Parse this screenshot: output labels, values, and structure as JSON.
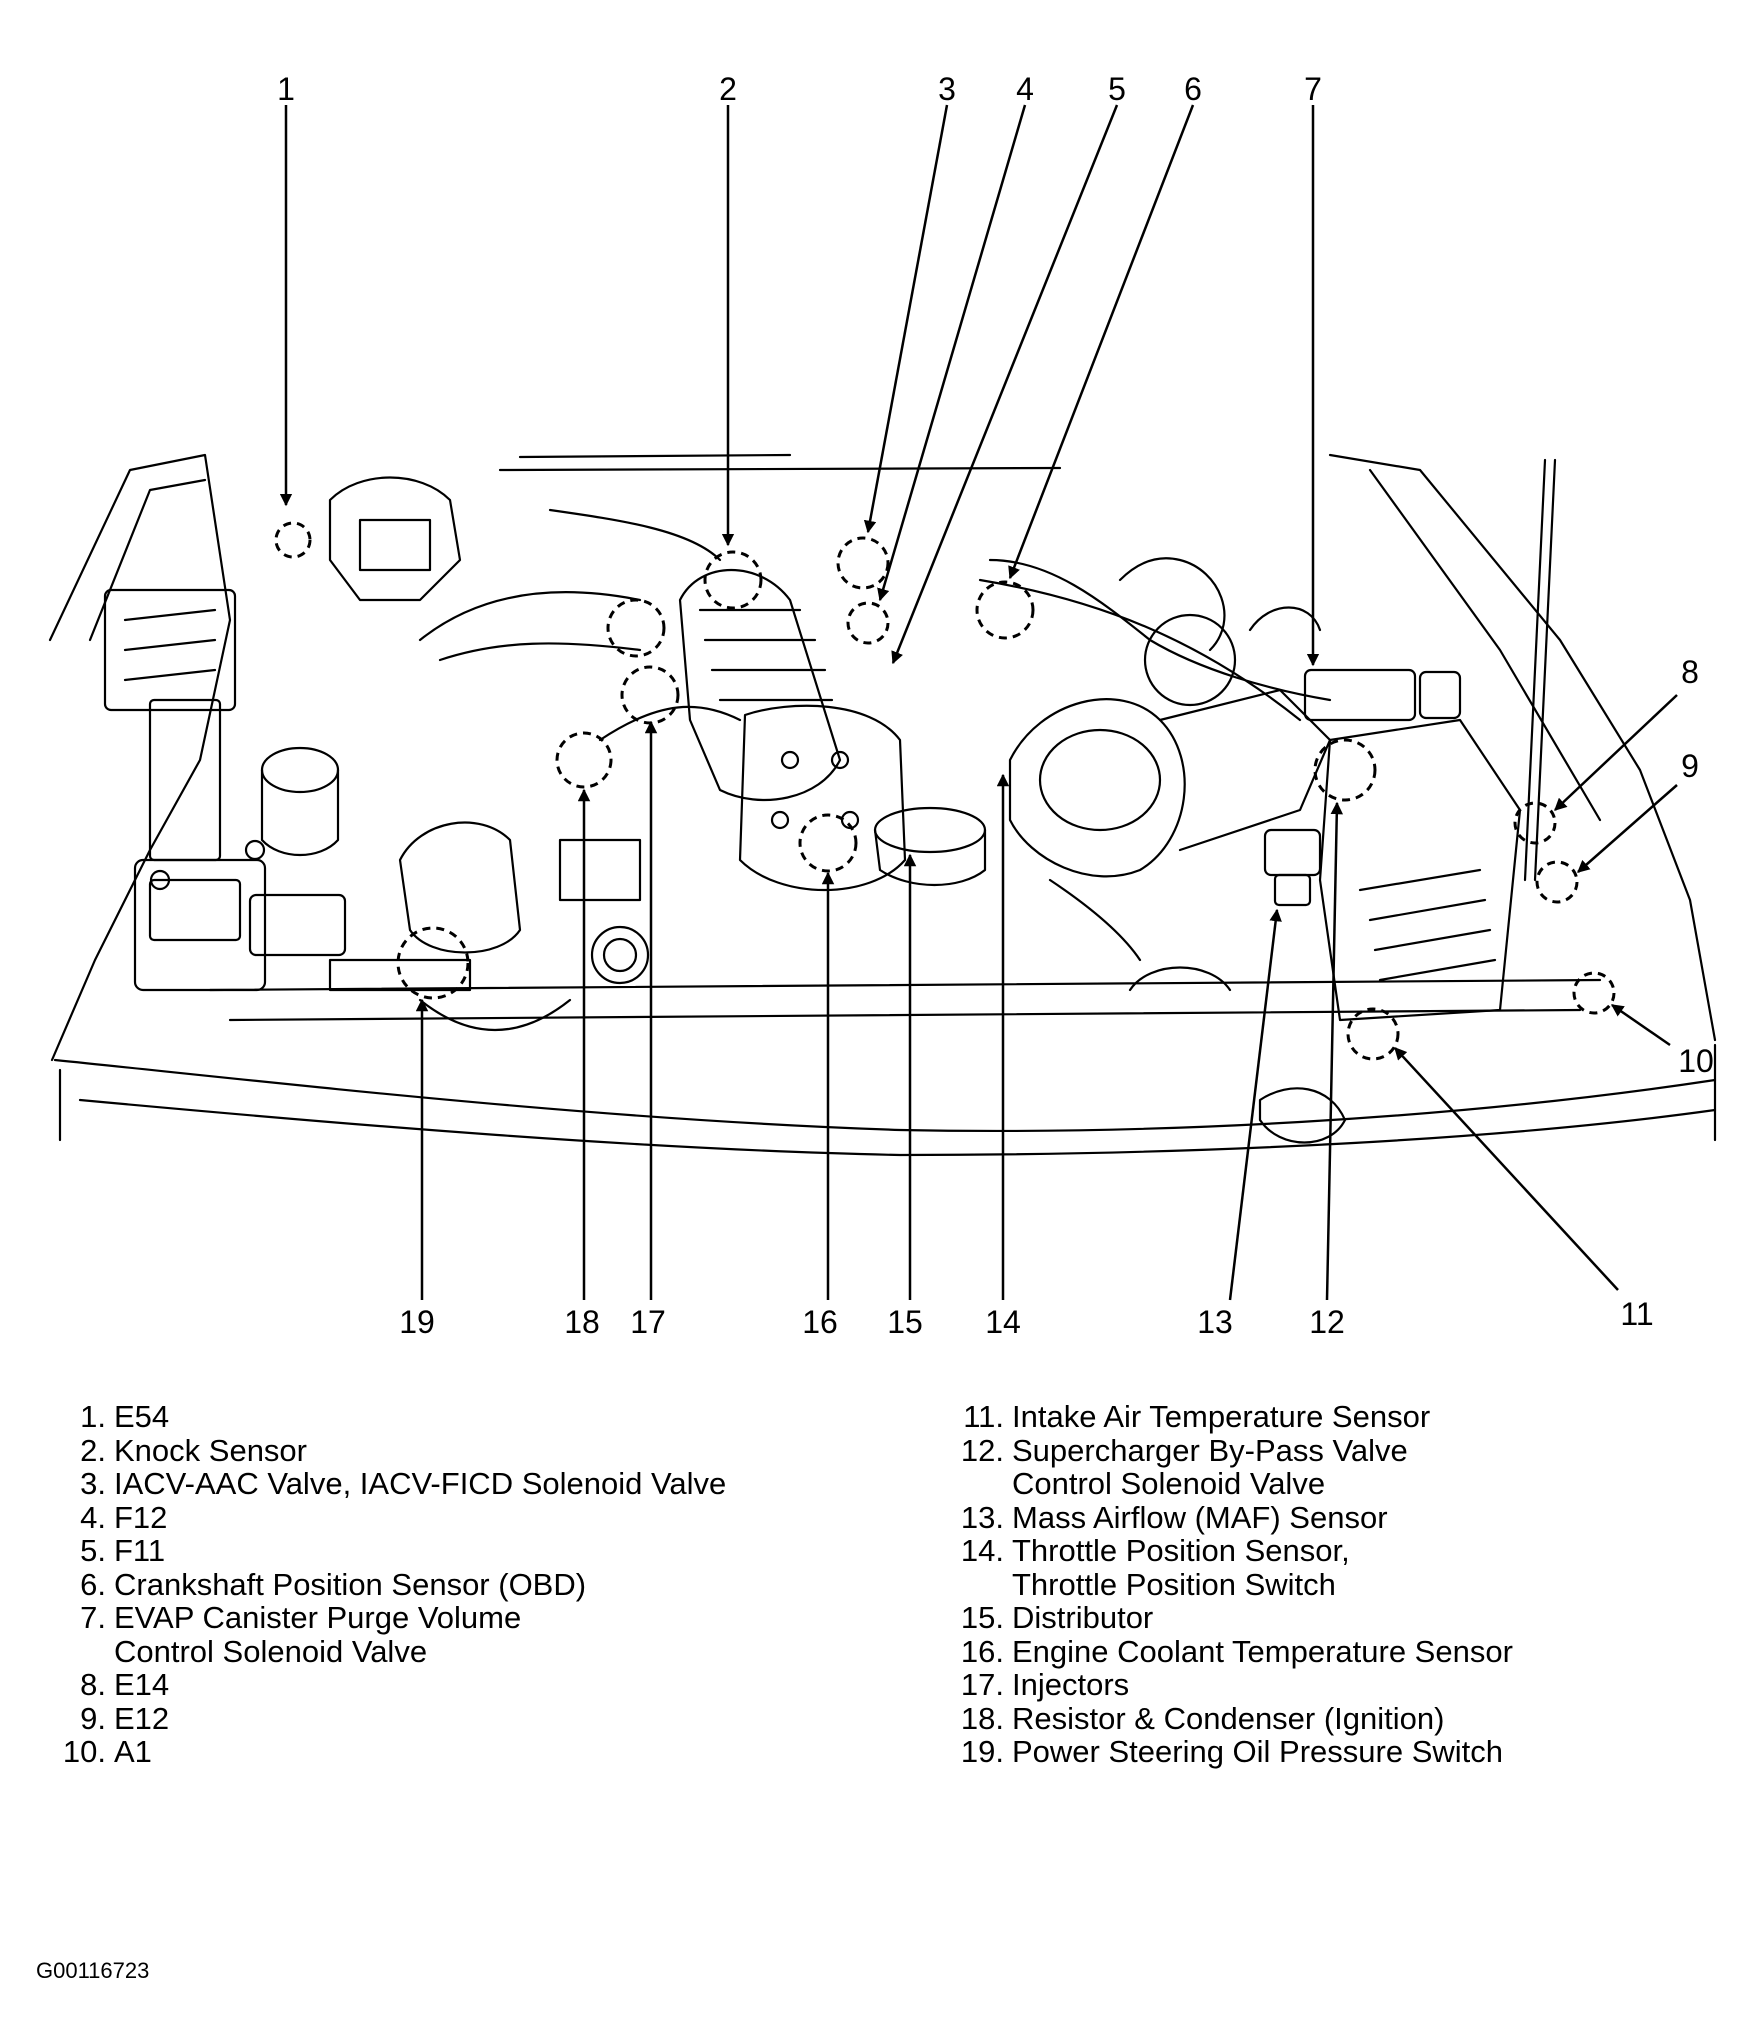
{
  "callouts": [
    "1",
    "2",
    "3",
    "4",
    "5",
    "6",
    "7",
    "8",
    "9",
    "10",
    "11",
    "12",
    "13",
    "14",
    "15",
    "16",
    "17",
    "18",
    "19"
  ],
  "legend_left": [
    {
      "num": "1.",
      "lines": [
        "E54"
      ]
    },
    {
      "num": "2.",
      "lines": [
        "Knock Sensor"
      ]
    },
    {
      "num": "3.",
      "lines": [
        "IACV-AAC Valve, IACV-FICD Solenoid Valve"
      ]
    },
    {
      "num": "4.",
      "lines": [
        "F12"
      ]
    },
    {
      "num": "5.",
      "lines": [
        "F11"
      ]
    },
    {
      "num": "6.",
      "lines": [
        "Crankshaft Position Sensor (OBD)"
      ]
    },
    {
      "num": "7.",
      "lines": [
        "EVAP Canister Purge Volume",
        "Control Solenoid Valve"
      ]
    },
    {
      "num": "8.",
      "lines": [
        "E14"
      ]
    },
    {
      "num": "9.",
      "lines": [
        "E12"
      ]
    },
    {
      "num": "10.",
      "lines": [
        "A1"
      ]
    }
  ],
  "legend_right": [
    {
      "num": "11.",
      "lines": [
        "Intake Air Temperature Sensor"
      ]
    },
    {
      "num": "12.",
      "lines": [
        "Supercharger By-Pass Valve",
        "Control Solenoid Valve"
      ]
    },
    {
      "num": "13.",
      "lines": [
        "Mass Airflow (MAF) Sensor"
      ]
    },
    {
      "num": "14.",
      "lines": [
        "Throttle Position Sensor,",
        "Throttle Position Switch"
      ]
    },
    {
      "num": "15.",
      "lines": [
        "Distributor"
      ]
    },
    {
      "num": "16.",
      "lines": [
        "Engine Coolant Temperature Sensor"
      ]
    },
    {
      "num": "17.",
      "lines": [
        "Injectors"
      ]
    },
    {
      "num": "18.",
      "lines": [
        "Resistor & Condenser (Ignition)"
      ]
    },
    {
      "num": "19.",
      "lines": [
        "Power Steering Oil Pressure Switch"
      ]
    }
  ],
  "figure_code": "G00116723"
}
